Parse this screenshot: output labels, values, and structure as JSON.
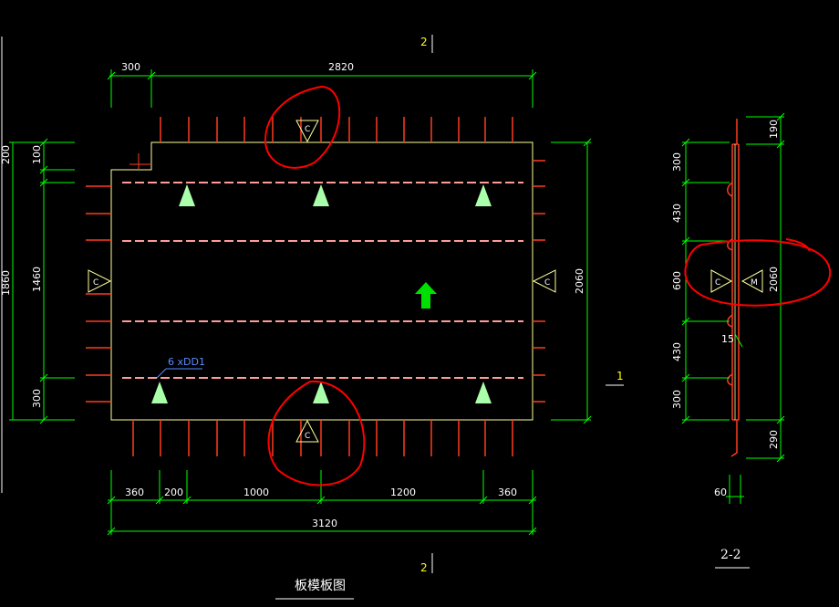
{
  "plan": {
    "title": "板模板图",
    "section_mark_top": "2",
    "section_mark_bottom": "2",
    "section_mark_right": "1",
    "top_dims": [
      "300",
      "2820"
    ],
    "bottom_dims": [
      "360",
      "200",
      "1000",
      "1200",
      "360"
    ],
    "bottom_total": "3120",
    "left_dims": [
      "200",
      "100",
      "1460",
      "300"
    ],
    "left_total": "1860",
    "right_total": "2060",
    "rebar_label": "6 xDD1",
    "marker_letter": "C"
  },
  "section": {
    "title": "2-2",
    "left_dims": [
      "300",
      "430",
      "600",
      "430",
      "300"
    ],
    "right_dims": [
      "190",
      "2060",
      "290"
    ],
    "bottom_dim": "60",
    "inner_dim": "15",
    "marker_c": "C",
    "marker_m": "M"
  },
  "colors": {
    "dim_line": "#00ff00",
    "slab_outline": "#ffff99",
    "rebar": "#ff3b1f",
    "strip": "#ff9b9b",
    "support": "#aaffaa",
    "arrow": "#00e000",
    "annotation": "#ff0000"
  }
}
